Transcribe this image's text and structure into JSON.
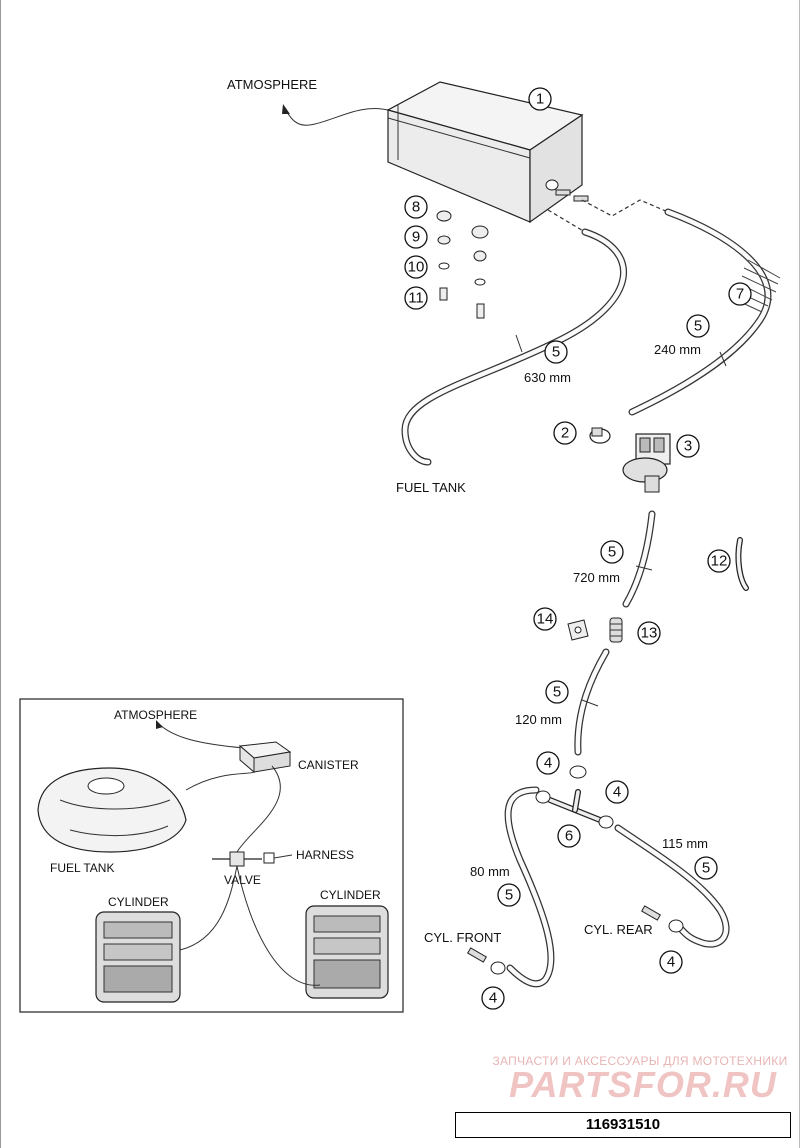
{
  "labels": {
    "atmosphere": "ATMOSPHERE",
    "fuel_tank": "FUEL TANK",
    "cyl_front": "CYL. FRONT",
    "cyl_rear": "CYL. REAR"
  },
  "callouts": {
    "c1": "1",
    "c2": "2",
    "c3": "3",
    "c4a": "4",
    "c4b": "4",
    "c4c": "4",
    "c4d": "4",
    "c5a": "5",
    "c5b": "5",
    "c5c": "5",
    "c5d": "5",
    "c5e": "5",
    "c5f": "5",
    "c6": "6",
    "c7": "7",
    "c8": "8",
    "c9": "9",
    "c10": "10",
    "c11": "11",
    "c12": "12",
    "c13": "13",
    "c14": "14"
  },
  "hose_lengths": {
    "h630": "630 mm",
    "h240": "240 mm",
    "h720": "720 mm",
    "h120": "120 mm",
    "h80": "80 mm",
    "h115": "115 mm"
  },
  "inset": {
    "atmosphere": "ATMOSPHERE",
    "canister": "CANISTER",
    "fuel_tank": "FUEL TANK",
    "valve": "VALVE",
    "harness": "HARNESS",
    "cylinder_left": "CYLINDER",
    "cylinder_right": "CYLINDER"
  },
  "watermark": {
    "tagline": "ЗАПЧАСТИ И АКСЕССУАРЫ ДЛЯ МОТОТЕХНИКИ",
    "logo": "PARTSFOR.RU"
  },
  "footer": {
    "code": "116931510"
  }
}
